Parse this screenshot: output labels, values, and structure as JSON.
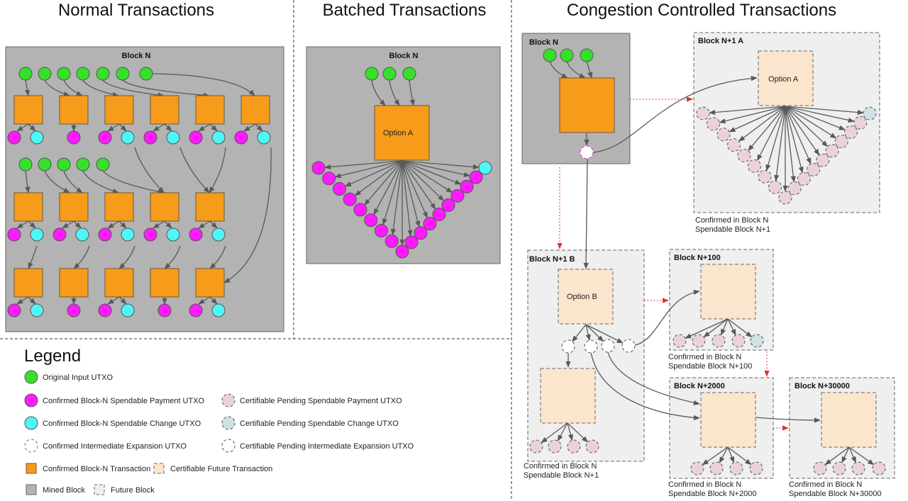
{
  "titles": {
    "normal": "Normal Transactions",
    "batched": "Batched Transactions",
    "congestion": "Congestion Controlled Transactions"
  },
  "colors": {
    "mined_block": "#b3b3b3",
    "future_block": "#efefef",
    "confirmed_tx": "#f79b1a",
    "future_tx": "#fce5cd",
    "input_utxo": "#36e02a",
    "payment_utxo": "#ff1aff",
    "change_utxo": "#4ef6f6",
    "pending_payment": "#ead1dc",
    "pending_change": "#d0e0e3",
    "intermediate": "#ffffff",
    "arrow": "#595959",
    "dotted_arrow": "#e03030"
  },
  "normal": {
    "block_label": "Block N",
    "row1": {
      "inputs": 7,
      "txs": 6,
      "outputs": [
        "pc",
        "p",
        "pc",
        "pc",
        "pc",
        "pc"
      ]
    },
    "row2": {
      "inputs": 5,
      "txs": 5,
      "outputs": [
        "pc",
        "pc",
        "pc",
        "pc",
        "pc"
      ]
    },
    "row3": {
      "txs": 5,
      "outputs": [
        "pc",
        "p",
        "pc",
        "p",
        "pc"
      ]
    }
  },
  "batched": {
    "block_label": "Block N",
    "inputs": 3,
    "tx_label": "Option A",
    "payment_outputs": 17,
    "change_outputs": 1
  },
  "congestion": {
    "block_n": {
      "label": "Block N",
      "inputs": 3
    },
    "block_a": {
      "label": "Block N+1 A",
      "tx_label": "Option A",
      "caption1": "Confirmed in Block N",
      "caption2": "Spendable Block N+1",
      "payment_outputs": 17,
      "change_outputs": 1
    },
    "block_b": {
      "label": "Block N+1 B",
      "tx_label": "Option B",
      "caption1": "Confirmed in Block N",
      "caption2": "Spendable Block N+1",
      "intermediate_outputs": 4,
      "payment_outputs": 4
    },
    "block_100": {
      "label": "Block N+100",
      "caption1": "Confirmed in Block N",
      "caption2": "Spendable Block N+100",
      "payment_outputs": 4,
      "change_outputs": 1
    },
    "block_2000": {
      "label": "Block N+2000",
      "caption1": "Confirmed in Block N",
      "caption2": "Spendable Block N+2000",
      "payment_outputs": 4
    },
    "block_30000": {
      "label": "Block N+30000",
      "caption1": "Confirmed in Block N",
      "caption2": "Spendable Block N+30000",
      "payment_outputs": 4
    }
  },
  "legend": {
    "title": "Legend",
    "items": [
      {
        "key": "input",
        "label": "Original Input UTXO"
      },
      {
        "key": "payment",
        "label": "Confirmed Block-N Spendable Payment UTXO"
      },
      {
        "key": "change",
        "label": "Confirmed Block-N Spendable Change UTXO"
      },
      {
        "key": "intermediate",
        "label": "Confirmed Intermediate Expansion UTXO"
      },
      {
        "key": "pending_payment",
        "label": "Certifiable  Pending Spendable Payment UTXO"
      },
      {
        "key": "pending_change",
        "label": "Certifiable Pending Spendable Change UTXO"
      },
      {
        "key": "pending_intermediate",
        "label": "Certifiable Pending Intermediate Expansion UTXO"
      },
      {
        "key": "confirmed_tx",
        "label": "Confirmed Block-N Transaction"
      },
      {
        "key": "future_tx",
        "label": "Certifiable Future Transaction"
      },
      {
        "key": "mined_block",
        "label": "Mined Block"
      },
      {
        "key": "future_block",
        "label": "Future Block"
      }
    ]
  }
}
